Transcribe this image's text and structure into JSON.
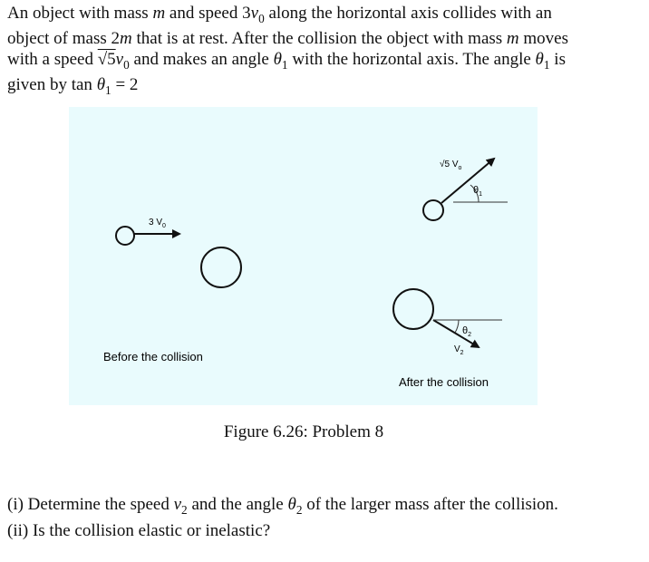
{
  "problem": {
    "intro_line1_a": "An object with mass ",
    "intro_m1": "m",
    "intro_line1_b": " and speed 3",
    "intro_v0_a": "v",
    "intro_line1_c": " along the horizontal axis collides with an",
    "intro_line2_a": "object of mass 2",
    "intro_m2": "m",
    "intro_line2_b": " that is at rest. After the collision the object with mass ",
    "intro_m3": "m",
    "intro_line2_c": " moves",
    "intro_line3_a": "with a speed ",
    "intro_sqrt5": "√5",
    "intro_v0_b": "v",
    "intro_line3_b": " and makes an angle ",
    "intro_theta_a": "θ",
    "intro_line3_c": " with the horizontal axis. The angle ",
    "intro_theta_b": "θ",
    "intro_line3_d": " is",
    "intro_line4_a": "given by tan ",
    "intro_theta_c": "θ",
    "intro_line4_b": " = 2",
    "sub_0": "0",
    "sub_1": "1"
  },
  "figure": {
    "before_label": "Before the collision",
    "after_label": "After the collision",
    "speed_before": "3 V",
    "speed_before_sub": "0",
    "speed_after_small": "√5 V",
    "speed_after_small_sub": "o",
    "theta1": "θ",
    "theta1_sub": "1",
    "theta2": "θ",
    "theta2_sub": "2",
    "v2": "V",
    "v2_sub": "2",
    "caption": "Figure 6.26: Problem 8"
  },
  "questions": {
    "q1_a": "(i) Determine the speed ",
    "q1_v": "v",
    "q1_b": " and the angle ",
    "q1_theta": "θ",
    "q1_c": " of the larger mass after the collision.",
    "q2": "(ii) Is the collision elastic or inelastic?",
    "sub_2": "2"
  }
}
